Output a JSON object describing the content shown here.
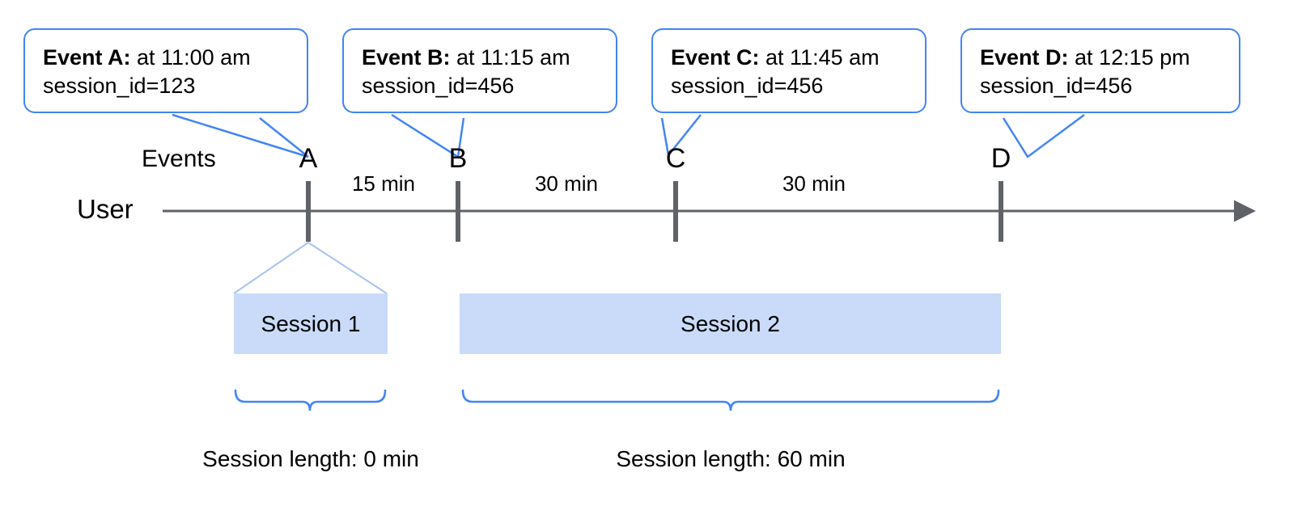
{
  "diagram": {
    "colors": {
      "callout_border": "#4285f4",
      "session_fill": "#c9dbf8",
      "session_outline": "#a8c4ef",
      "axis": "#5f6368",
      "tick": "#5f6368",
      "brace": "#4285f4",
      "background": "#ffffff"
    },
    "callouts": [
      {
        "id": "event-a",
        "title": "Event A:",
        "time": " at 11:00 am",
        "detail": "session_id=123"
      },
      {
        "id": "event-b",
        "title": "Event B:",
        "time": " at 11:15 am",
        "detail": "session_id=456"
      },
      {
        "id": "event-c",
        "title": "Event C:",
        "time": " at 11:45 am",
        "detail": "session_id=456"
      },
      {
        "id": "event-d",
        "title": "Event D:",
        "time": " at 12:15 pm",
        "detail": "session_id=456"
      }
    ],
    "axis": {
      "lane_label": "User",
      "row_label": "Events",
      "ticks": [
        {
          "letter": "A"
        },
        {
          "letter": "B"
        },
        {
          "letter": "C"
        },
        {
          "letter": "D"
        }
      ],
      "gaps": [
        {
          "label": "15 min"
        },
        {
          "label": "30 min"
        },
        {
          "label": "30 min"
        }
      ]
    },
    "sessions": [
      {
        "label": "Session 1",
        "length_caption": "Session length: 0 min"
      },
      {
        "label": "Session 2",
        "length_caption": "Session length: 60 min"
      }
    ]
  }
}
